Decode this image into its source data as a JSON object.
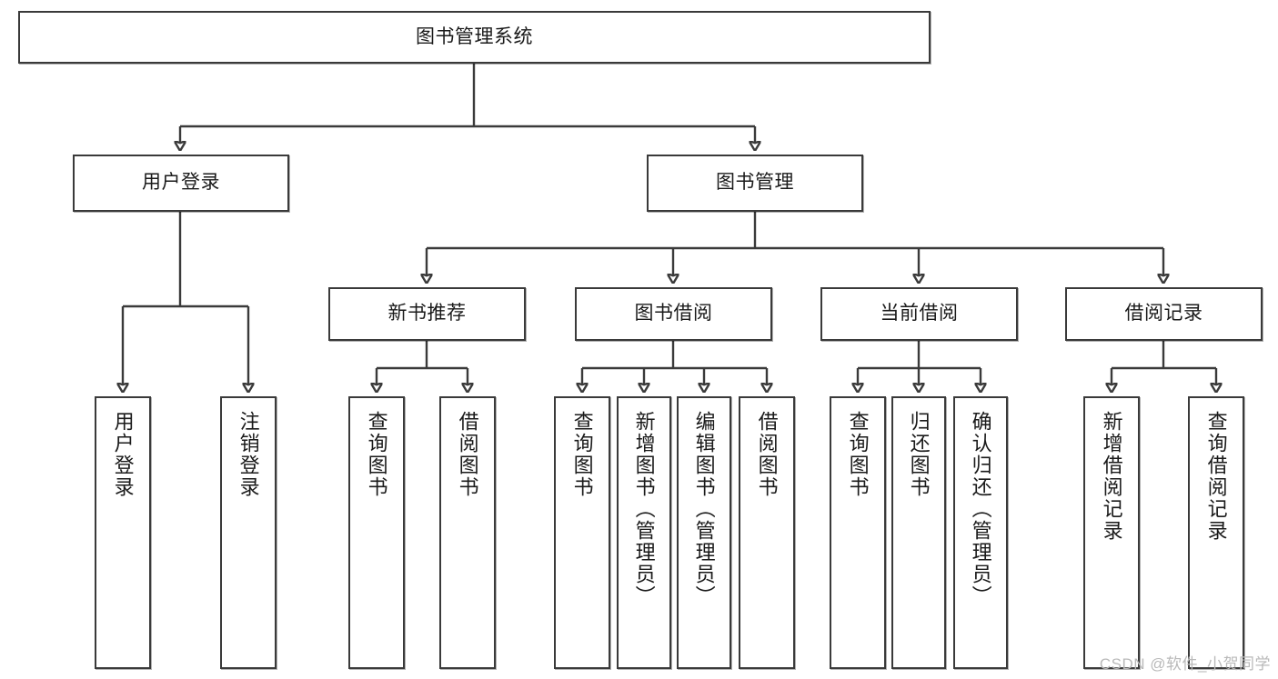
{
  "diagram": {
    "type": "tree",
    "title": "图书管理系统",
    "root": {
      "id": "root",
      "label": "图书管理系统"
    },
    "level1": [
      {
        "id": "user-login",
        "label": "用户登录"
      },
      {
        "id": "book-management",
        "label": "图书管理"
      }
    ],
    "level2": [
      {
        "id": "new-book-recommend",
        "label": "新书推荐",
        "parent": "book-management"
      },
      {
        "id": "book-borrow",
        "label": "图书借阅",
        "parent": "book-management"
      },
      {
        "id": "current-borrow",
        "label": "当前借阅",
        "parent": "book-management"
      },
      {
        "id": "borrow-record",
        "label": "借阅记录",
        "parent": "book-management"
      }
    ],
    "leaves": [
      {
        "id": "leaf-user-login",
        "label": "用户登录",
        "parent": "user-login"
      },
      {
        "id": "leaf-logout-login",
        "label": "注销登录",
        "parent": "user-login"
      },
      {
        "id": "leaf-query-book-1",
        "label": "查询图书",
        "parent": "new-book-recommend"
      },
      {
        "id": "leaf-borrow-book-1",
        "label": "借阅图书",
        "parent": "new-book-recommend"
      },
      {
        "id": "leaf-query-book-2",
        "label": "查询图书",
        "parent": "book-borrow"
      },
      {
        "id": "leaf-add-book",
        "label": "新增图书（管理员）",
        "parent": "book-borrow"
      },
      {
        "id": "leaf-edit-book",
        "label": "编辑图书（管理员）",
        "parent": "book-borrow"
      },
      {
        "id": "leaf-borrow-book-2",
        "label": "借阅图书",
        "parent": "book-borrow"
      },
      {
        "id": "leaf-query-book-3",
        "label": "查询图书",
        "parent": "current-borrow"
      },
      {
        "id": "leaf-return-book",
        "label": "归还图书",
        "parent": "current-borrow"
      },
      {
        "id": "leaf-confirm-return",
        "label": "确认归还（管理员）",
        "parent": "current-borrow"
      },
      {
        "id": "leaf-add-record",
        "label": "新增借阅记录",
        "parent": "borrow-record"
      },
      {
        "id": "leaf-query-record",
        "label": "查询借阅记录",
        "parent": "borrow-record"
      }
    ]
  },
  "watermark": {
    "text": "CSDN @软件_小贺同学"
  },
  "colors": {
    "border": "#3a3a3a",
    "background": "#ffffff",
    "text": "#1a1a1a",
    "watermark": "#b9b9b9"
  }
}
